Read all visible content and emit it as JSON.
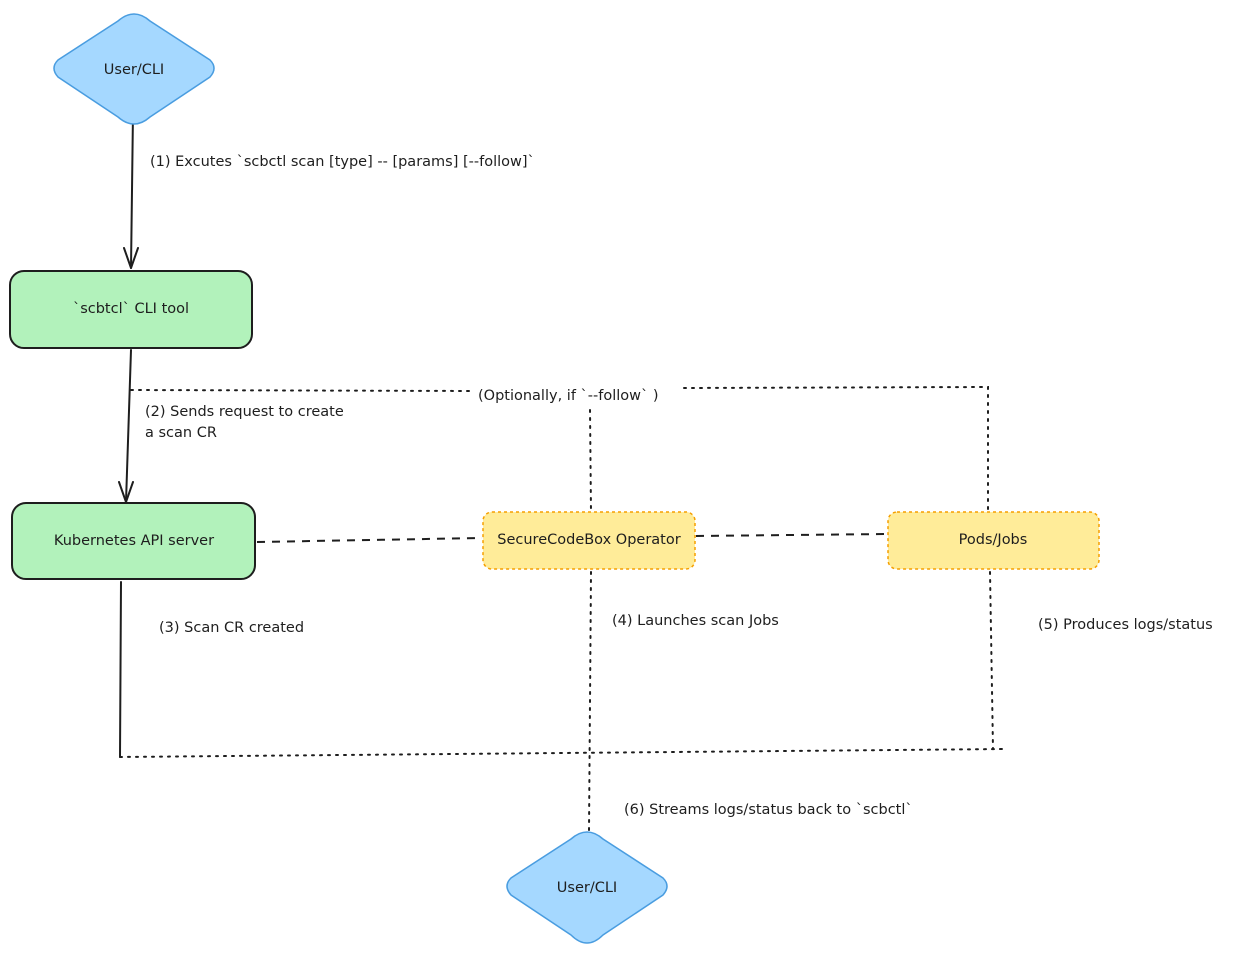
{
  "nodes": {
    "user_top": {
      "label": "User/CLI",
      "fill": "#a5d8ff",
      "stroke": "#4a9de0"
    },
    "cli_tool": {
      "label": "`scbtcl` CLI tool",
      "fill": "#b2f2bb",
      "stroke": "#1e1e1e"
    },
    "api_server": {
      "label": "Kubernetes API server",
      "fill": "#b2f2bb",
      "stroke": "#1e1e1e"
    },
    "operator": {
      "label": "SecureCodeBox Operator",
      "fill": "#ffec99",
      "stroke": "#f59f00"
    },
    "pods_jobs": {
      "label": "Pods/Jobs",
      "fill": "#ffec99",
      "stroke": "#f59f00"
    },
    "user_bottom": {
      "label": "User/CLI",
      "fill": "#a5d8ff",
      "stroke": "#4a9de0"
    }
  },
  "edges": {
    "step1": "(1) Excutes `scbctl scan [type] -- [params] [--follow]`",
    "step2_line1": "(2) Sends request to create",
    "step2_line2": "a scan CR",
    "step3": "(3) Scan CR created",
    "step4": "(4) Launches scan Jobs",
    "step5": "(5) Produces logs/status",
    "step6": "(6) Streams logs/status back to `scbctl`",
    "optional": "(Optionally, if `--follow` )"
  }
}
